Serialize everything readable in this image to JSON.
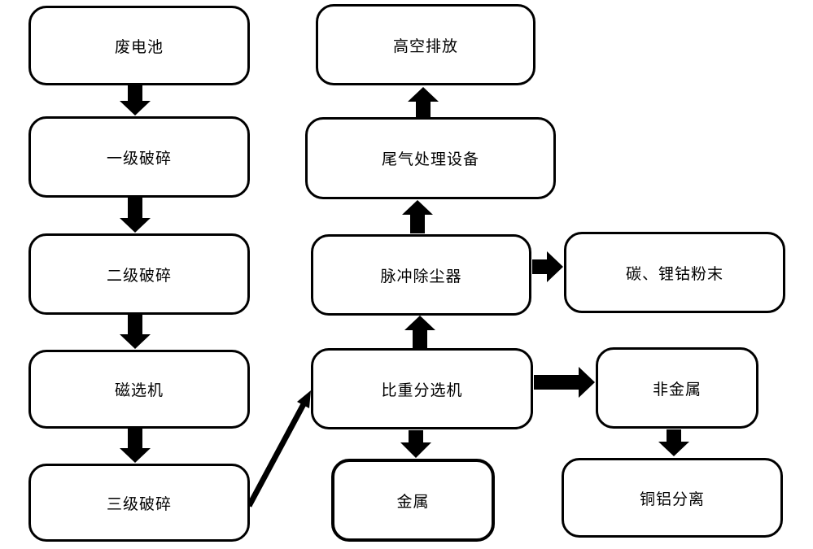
{
  "diagram": {
    "type": "flowchart",
    "background_color": "#ffffff",
    "node_fill_color": "#ffffff",
    "node_border_color": "#000000",
    "arrow_color": "#000000",
    "nodes": [
      {
        "id": "waste-battery",
        "label": "废电池"
      },
      {
        "id": "primary-crushing",
        "label": "一级破碎"
      },
      {
        "id": "secondary-crushing",
        "label": "二级破碎"
      },
      {
        "id": "magnetic-separator",
        "label": "磁选机"
      },
      {
        "id": "tertiary-crushing",
        "label": "三级破碎"
      },
      {
        "id": "high-altitude-discharge",
        "label": "高空排放"
      },
      {
        "id": "exhaust-gas-treatment",
        "label": "尾气处理设备"
      },
      {
        "id": "pulse-dust-collector",
        "label": "脉冲除尘器"
      },
      {
        "id": "gravity-separator",
        "label": "比重分选机"
      },
      {
        "id": "metal",
        "label": "金属"
      },
      {
        "id": "carbon-lithium-cobalt-powder",
        "label": "碳、锂钴粉末"
      },
      {
        "id": "non-metal",
        "label": "非金属"
      },
      {
        "id": "copper-aluminum-separation",
        "label": "铜铝分离"
      }
    ],
    "edges": [
      {
        "from": "废电池",
        "to": "一级破碎",
        "direction": "down"
      },
      {
        "from": "一级破碎",
        "to": "二级破碎",
        "direction": "down"
      },
      {
        "from": "二级破碎",
        "to": "磁选机",
        "direction": "down"
      },
      {
        "from": "磁选机",
        "to": "三级破碎",
        "direction": "down"
      },
      {
        "from": "三级破碎",
        "to": "比重分选机",
        "direction": "diagonal-up-right"
      },
      {
        "from": "比重分选机",
        "to": "脉冲除尘器",
        "direction": "up"
      },
      {
        "from": "脉冲除尘器",
        "to": "尾气处理设备",
        "direction": "up"
      },
      {
        "from": "尾气处理设备",
        "to": "高空排放",
        "direction": "up"
      },
      {
        "from": "脉冲除尘器",
        "to": "碳、锂钴粉末",
        "direction": "right"
      },
      {
        "from": "比重分选机",
        "to": "非金属",
        "direction": "right"
      },
      {
        "from": "比重分选机",
        "to": "金属",
        "direction": "down"
      },
      {
        "from": "非金属",
        "to": "铜铝分离",
        "direction": "down"
      }
    ]
  }
}
